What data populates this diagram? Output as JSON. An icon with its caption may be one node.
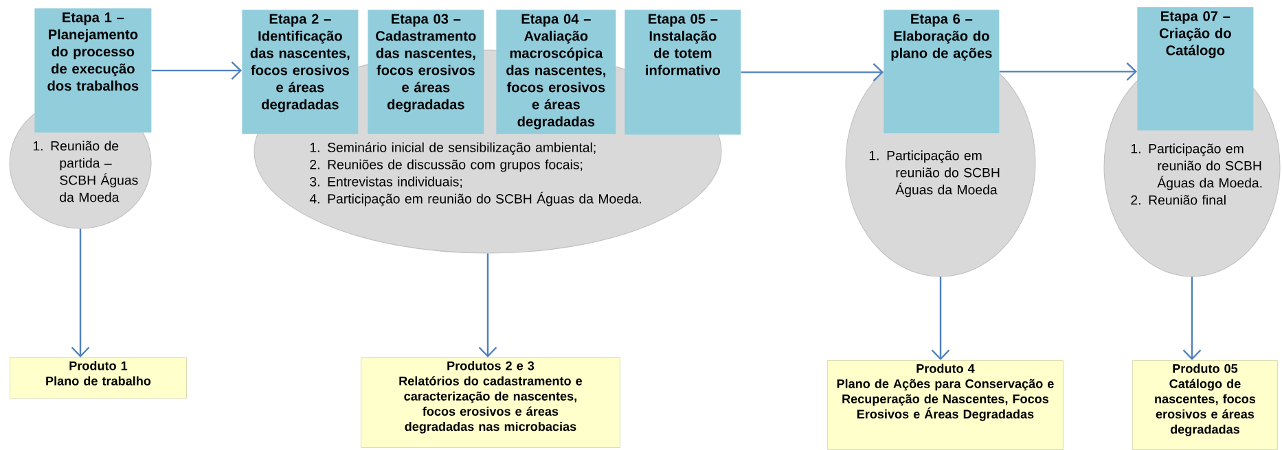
{
  "diagram": {
    "nodes": [
      {
        "text": [
          "1. Reunião de partida – SCBH Águas da Moeda"
        ]
      },
      {
        "text": [
          "Etapa 1 – Planejamento do processo de execução dos trabalhos"
        ]
      },
      {
        "text": [
          "1. Seminário inicial de sensibilização ambiental;",
          "2. Reuniões de discussão com grupos focais;",
          "3. Entrevistas individuais;",
          "4. Participação em reunião do SCBH Águas da Moeda."
        ]
      },
      {
        "text": [
          "Etapa 2 – Identificação das nascentes, focos erosivos e áreas degradadas"
        ]
      },
      {
        "text": [
          "Etapa 03 – Cadastramento das nascentes, focos erosivos e áreas degradadas"
        ]
      },
      {
        "text": [
          "Etapa 04 – Avaliação macroscópica das nascentes, focos erosivos e áreas degradadas"
        ]
      },
      {
        "text": [
          "Etapa 05 – Instalação de totem informativo"
        ]
      },
      {
        "text": [
          "1. Participação em reunião do SCBH Águas da Moeda"
        ]
      },
      {
        "text": [
          "Etapa 6 – Elaboração do plano de ações"
        ]
      },
      {
        "text": [
          "1. Participação em reunião do SCBH Águas da Moeda.",
          "2. Reunião final"
        ]
      },
      {
        "text": [
          "Etapa 07 – Criação do Catálogo"
        ]
      },
      {
        "text": [
          "Produto 1",
          "Plano de trabalho"
        ]
      },
      {
        "text": [
          "Produtos 2 e 3",
          "Relatórios do cadastramento e caracterização de nascentes, focos erosivos e áreas degradadas nas microbacias"
        ]
      },
      {
        "text": [
          "Produto 4",
          "Plano de Ações para Conservação e Recuperação de Nascentes, Focos Erosivos e Áreas Degradadas"
        ]
      },
      {
        "text": [
          "Produto 05",
          "Catálogo de nascentes, focos erosivos e áreas degradadas"
        ]
      }
    ],
    "edges": [
      {
        "from": 1,
        "to": 3,
        "arrow": "to"
      },
      {
        "from": 6,
        "to": 8,
        "arrow": "to"
      },
      {
        "from": 8,
        "to": 10,
        "arrow": "to"
      },
      {
        "from": 0,
        "to": 11,
        "arrow": "to"
      },
      {
        "from": 2,
        "to": 12,
        "arrow": "to"
      },
      {
        "from": 7,
        "to": 13,
        "arrow": "to"
      },
      {
        "from": 9,
        "to": 14,
        "arrow": "to"
      }
    ]
  }
}
